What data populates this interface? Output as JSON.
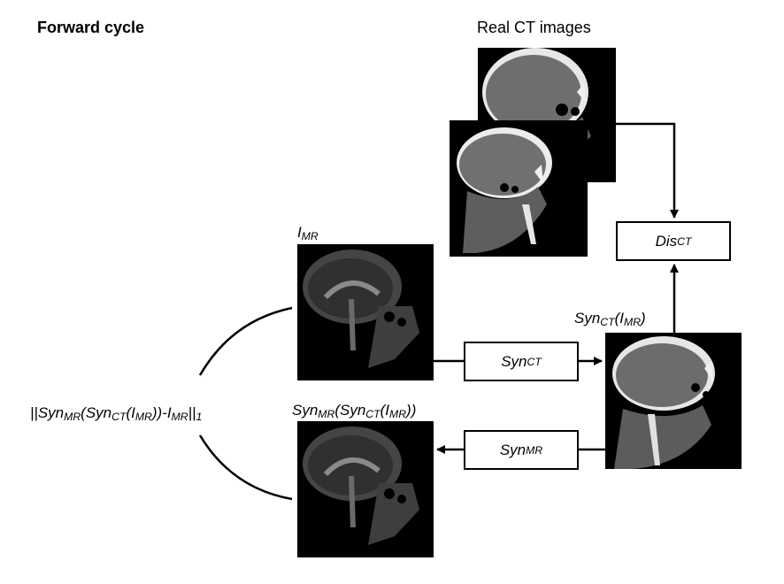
{
  "title": "Forward cycle",
  "real_ct": {
    "label": "Real CT images"
  },
  "i_mr": {
    "base": "I",
    "sub": "MR"
  },
  "syn_ct_of_i": {
    "a": "Syn",
    "a_sub": "CT",
    "b": "(",
    "c": "I",
    "c_sub": "MR",
    "d": ")"
  },
  "rec_label": {
    "a": "Syn",
    "a_sub": "MR",
    "b": "(Syn",
    "b_sub": "CT",
    "c": "(I",
    "c_sub": "MR",
    "d": "))"
  },
  "loss": {
    "p1": "||Syn",
    "s1": "MR",
    "p2": "(Syn",
    "s2": "CT",
    "p3": "(I",
    "s3": "MR",
    "p4": "))-I",
    "s4": "MR",
    "p5": "||",
    "s5": "1"
  },
  "boxes": {
    "dis_ct": {
      "base": "Dis",
      "sub": "CT"
    },
    "syn_ct": {
      "base": "Syn",
      "sub": "CT"
    },
    "syn_mr": {
      "base": "Syn",
      "sub": "MR"
    }
  },
  "colors": {
    "line": "#000000",
    "ct_soft": "#6e6e6e",
    "ct_bone": "#f2f2f2",
    "mr_soft": "#4a4a4a"
  }
}
